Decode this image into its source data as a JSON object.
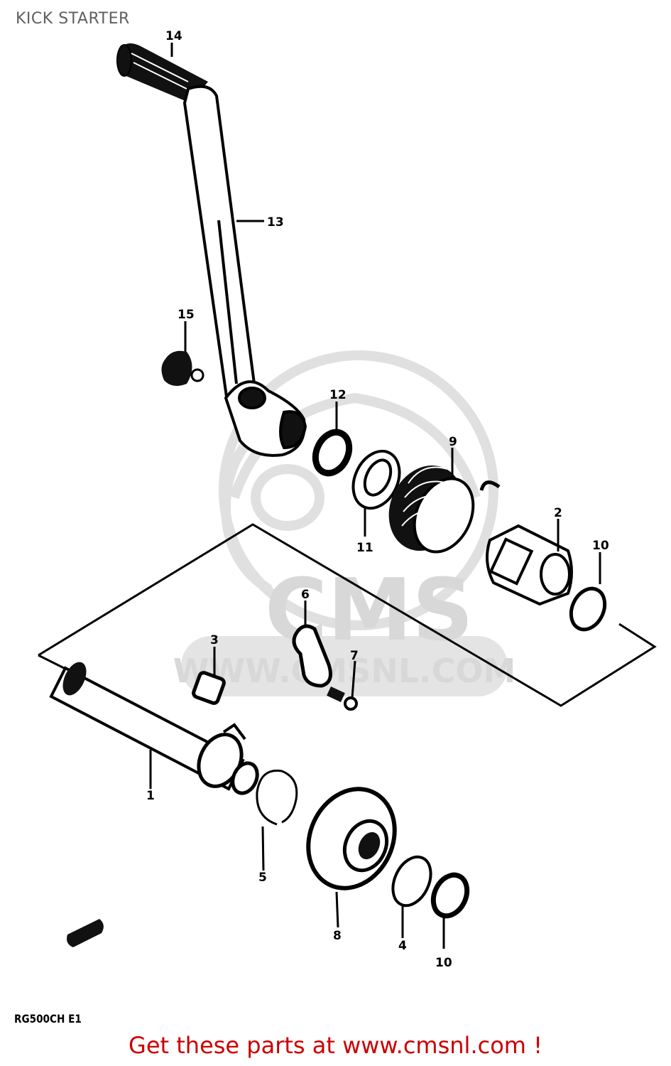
{
  "title": "KICK STARTER",
  "model_code": "RG500CH E1",
  "cta": {
    "text": "Get these parts at www.cmsnl.com !",
    "color": "#cc0000"
  },
  "watermark": {
    "logo_text": "CMS",
    "url_text": "WWW.CMSNL.COM",
    "color": "#d8d8d8"
  },
  "parts": [
    {
      "ref": "1",
      "name": "kick-starter-shaft"
    },
    {
      "ref": "2",
      "name": "kick-starter-guide"
    },
    {
      "ref": "3",
      "name": "stopper"
    },
    {
      "ref": "4",
      "name": "washer"
    },
    {
      "ref": "5",
      "name": "circlip"
    },
    {
      "ref": "6",
      "name": "kick-starter-pawl"
    },
    {
      "ref": "7",
      "name": "pin"
    },
    {
      "ref": "8",
      "name": "kick-starter-gear"
    },
    {
      "ref": "9",
      "name": "return-spring"
    },
    {
      "ref": "10",
      "name": "circlip"
    },
    {
      "ref": "11",
      "name": "washer"
    },
    {
      "ref": "12",
      "name": "oil-seal"
    },
    {
      "ref": "13",
      "name": "kick-starter-lever"
    },
    {
      "ref": "14",
      "name": "rubber-grip"
    },
    {
      "ref": "15",
      "name": "bolt"
    }
  ],
  "labels": {
    "l1": "1",
    "l2": "2",
    "l3": "3",
    "l4": "4",
    "l5": "5",
    "l6": "6",
    "l7": "7",
    "l8": "8",
    "l9": "9",
    "l10a": "10",
    "l10b": "10",
    "l11": "11",
    "l12": "12",
    "l13": "13",
    "l14": "14",
    "l15": "15"
  }
}
